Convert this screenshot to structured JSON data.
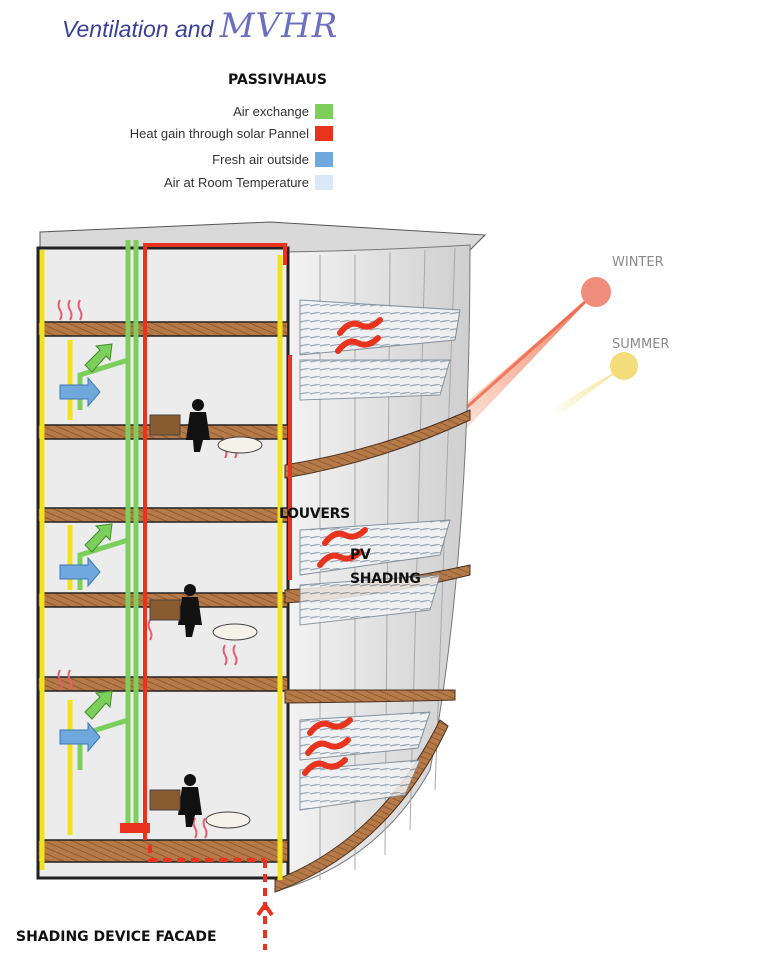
{
  "title": {
    "main": "Ventilation and",
    "script": "MVHR"
  },
  "legend": {
    "heading": "PASSIVHAUS",
    "items": [
      {
        "label": "Air exchange",
        "color": "#7ccf5a"
      },
      {
        "label": "Heat gain through solar Pannel",
        "color": "#e8341f"
      },
      {
        "label": "Fresh air outside",
        "color": "#6fa8dc"
      },
      {
        "label": "Air at Room Temperature",
        "color": "#d9e9f7"
      }
    ]
  },
  "seasons": {
    "winter": "WINTER",
    "summer": "SUMMER",
    "winter_color": "#f08c7c",
    "summer_color": "#f3dc7a"
  },
  "callouts": {
    "louvers": "LOUVERS",
    "pv": "PV",
    "shading": "SHADING"
  },
  "footer": "SHADING DEVICE FACADE",
  "colors": {
    "structure": "#1a1a1a",
    "yellow_frame": "#f2e21c",
    "wood_floor": "#b27744",
    "wall": "#e8e8e8"
  }
}
